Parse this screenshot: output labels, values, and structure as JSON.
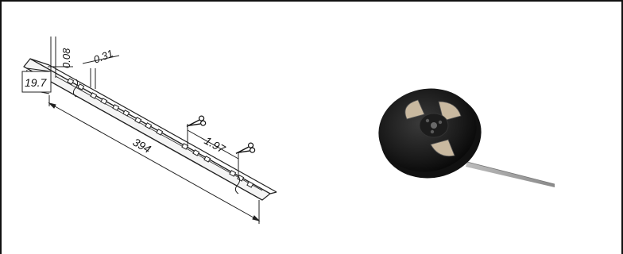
{
  "tape_drawing": {
    "dimensions": {
      "thickness": "0.08",
      "pocket_depth": "0.31",
      "width": "19.7",
      "length": "394",
      "pitch": "1.97"
    },
    "icons": [
      "scissors-icon",
      "scissors-icon"
    ]
  },
  "reel_photo": {
    "icon": "tape-reel-image"
  }
}
